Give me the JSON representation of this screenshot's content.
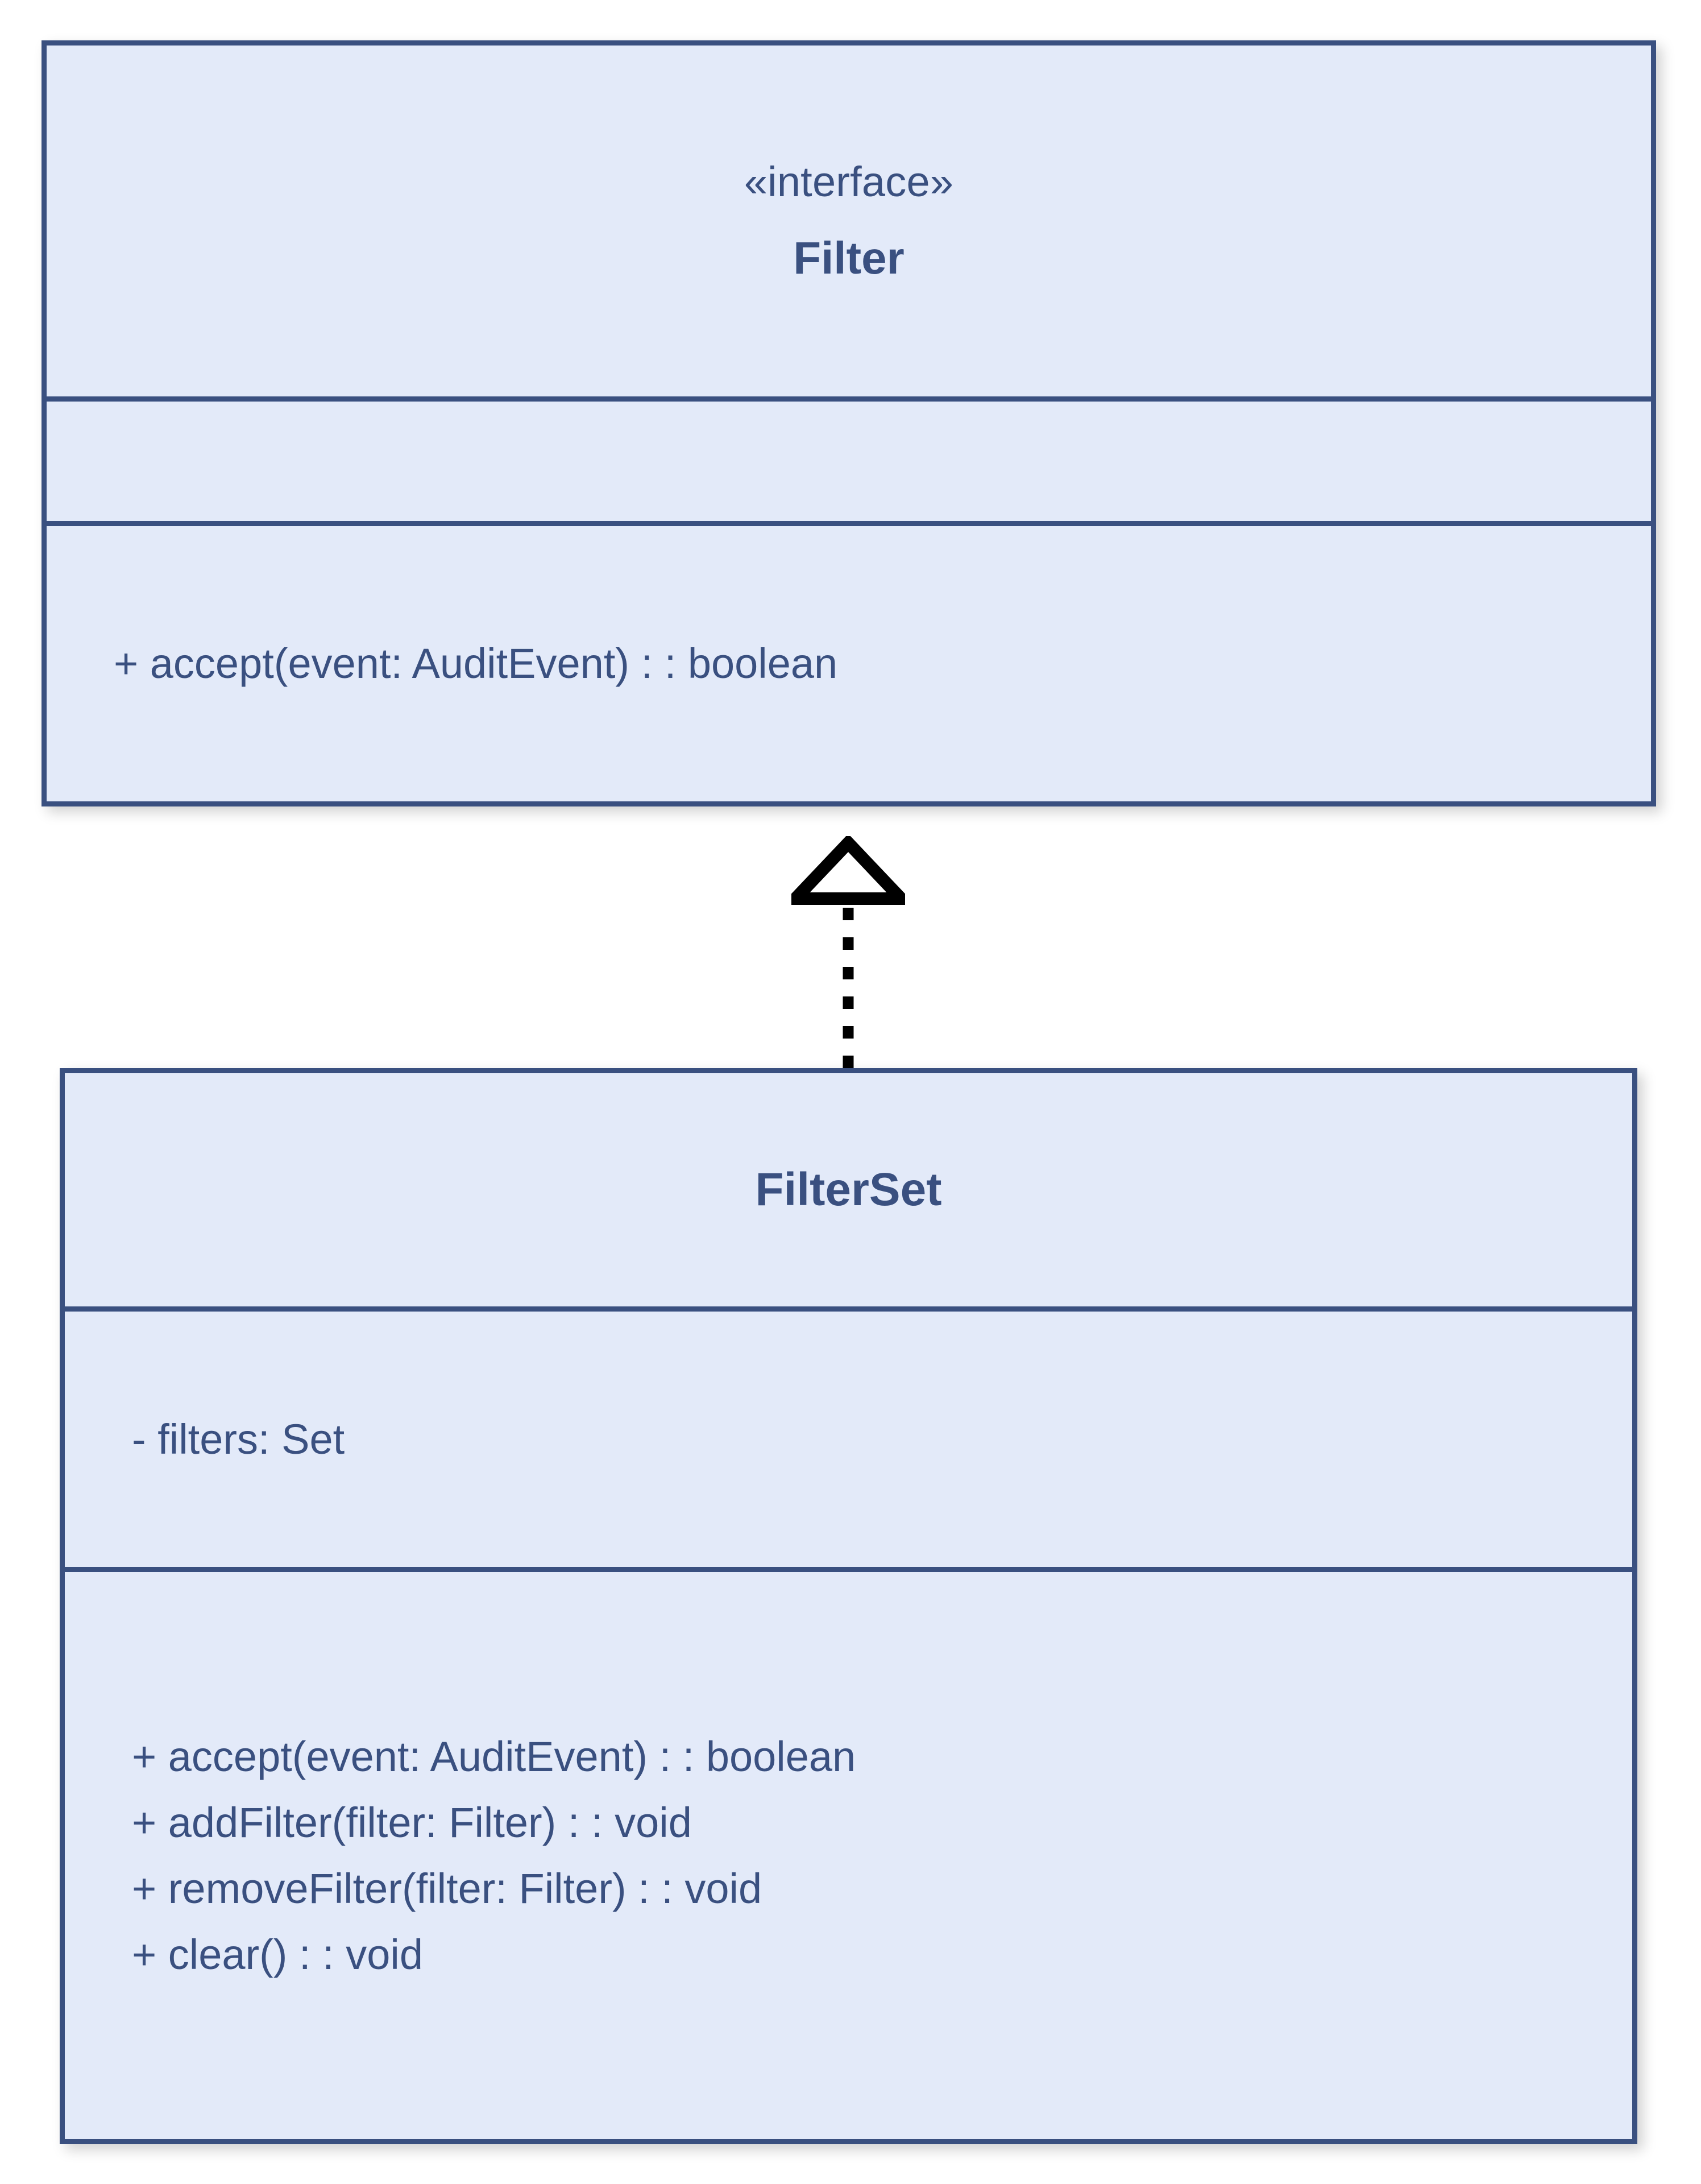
{
  "diagram": {
    "type": "uml-class-diagram",
    "background_color": "#ffffff",
    "class_fill_color": "#e3eaf9",
    "class_border_color": "#3a5080",
    "text_color": "#3a5080",
    "connector_color": "#000000"
  },
  "classes": [
    {
      "id": "filter",
      "stereotype": "«interface»",
      "name": "Filter",
      "attributes": [],
      "methods": [
        "+ accept(event: AuditEvent) : : boolean"
      ]
    },
    {
      "id": "filterset",
      "stereotype": "",
      "name": "FilterSet",
      "attributes": [
        "- filters: Set"
      ],
      "methods": [
        "+ accept(event: AuditEvent) : : boolean",
        "+ addFilter(filter: Filter) : : void",
        "+ removeFilter(filter: Filter) : : void",
        "+ clear() : : void"
      ]
    }
  ],
  "relationships": [
    {
      "kind": "realization",
      "from": "filterset",
      "to": "filter",
      "line_style": "dotted",
      "arrowhead": "hollow-triangle"
    }
  ]
}
